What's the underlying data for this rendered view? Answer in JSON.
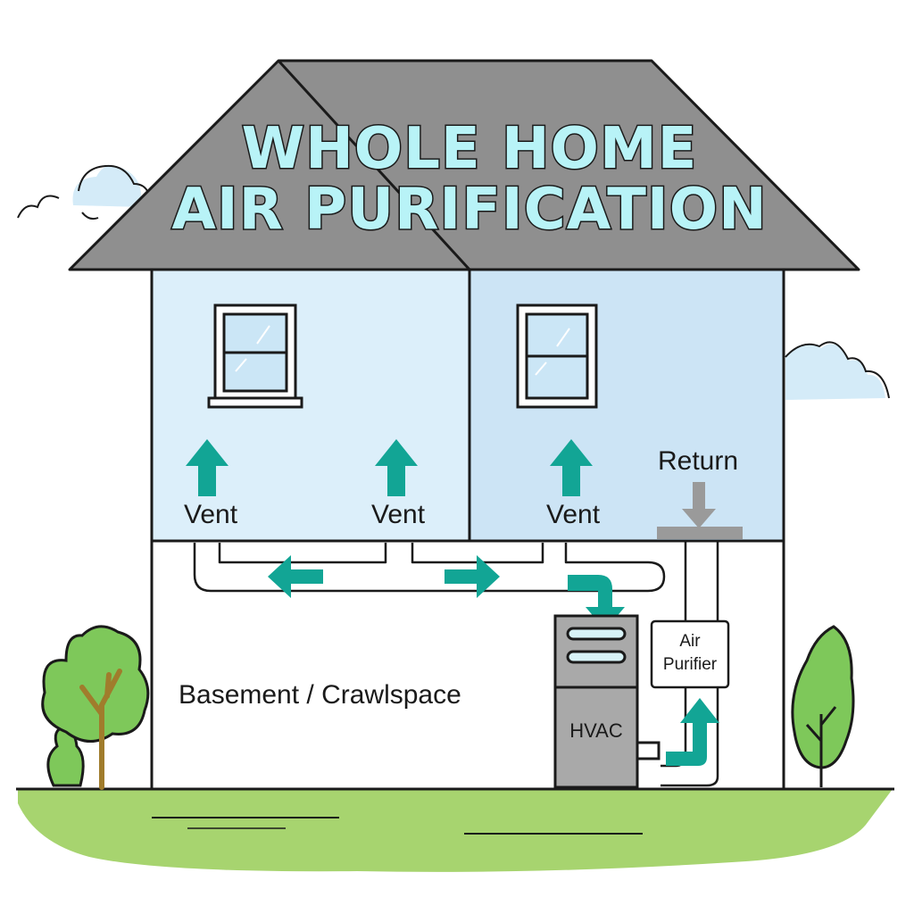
{
  "title": {
    "line1": "WHOLE HOME",
    "line2": "AIR PURIFICATION"
  },
  "labels": {
    "vent_1": "Vent",
    "vent_2": "Vent",
    "vent_3": "Vent",
    "return": "Return",
    "basement": "Basement / Crawlspace",
    "hvac": "HVAC",
    "purifier_line1": "Air",
    "purifier_line2": "Purifier"
  },
  "colors": {
    "roof": "#8f8f8f",
    "wall_left": "#dceffa",
    "wall_right": "#cce4f5",
    "arrow": "#12a595",
    "grass": "#a7d46f",
    "tree": "#7ec85a",
    "hvac": "#a9a9a9",
    "outline": "#1a1a1a"
  }
}
